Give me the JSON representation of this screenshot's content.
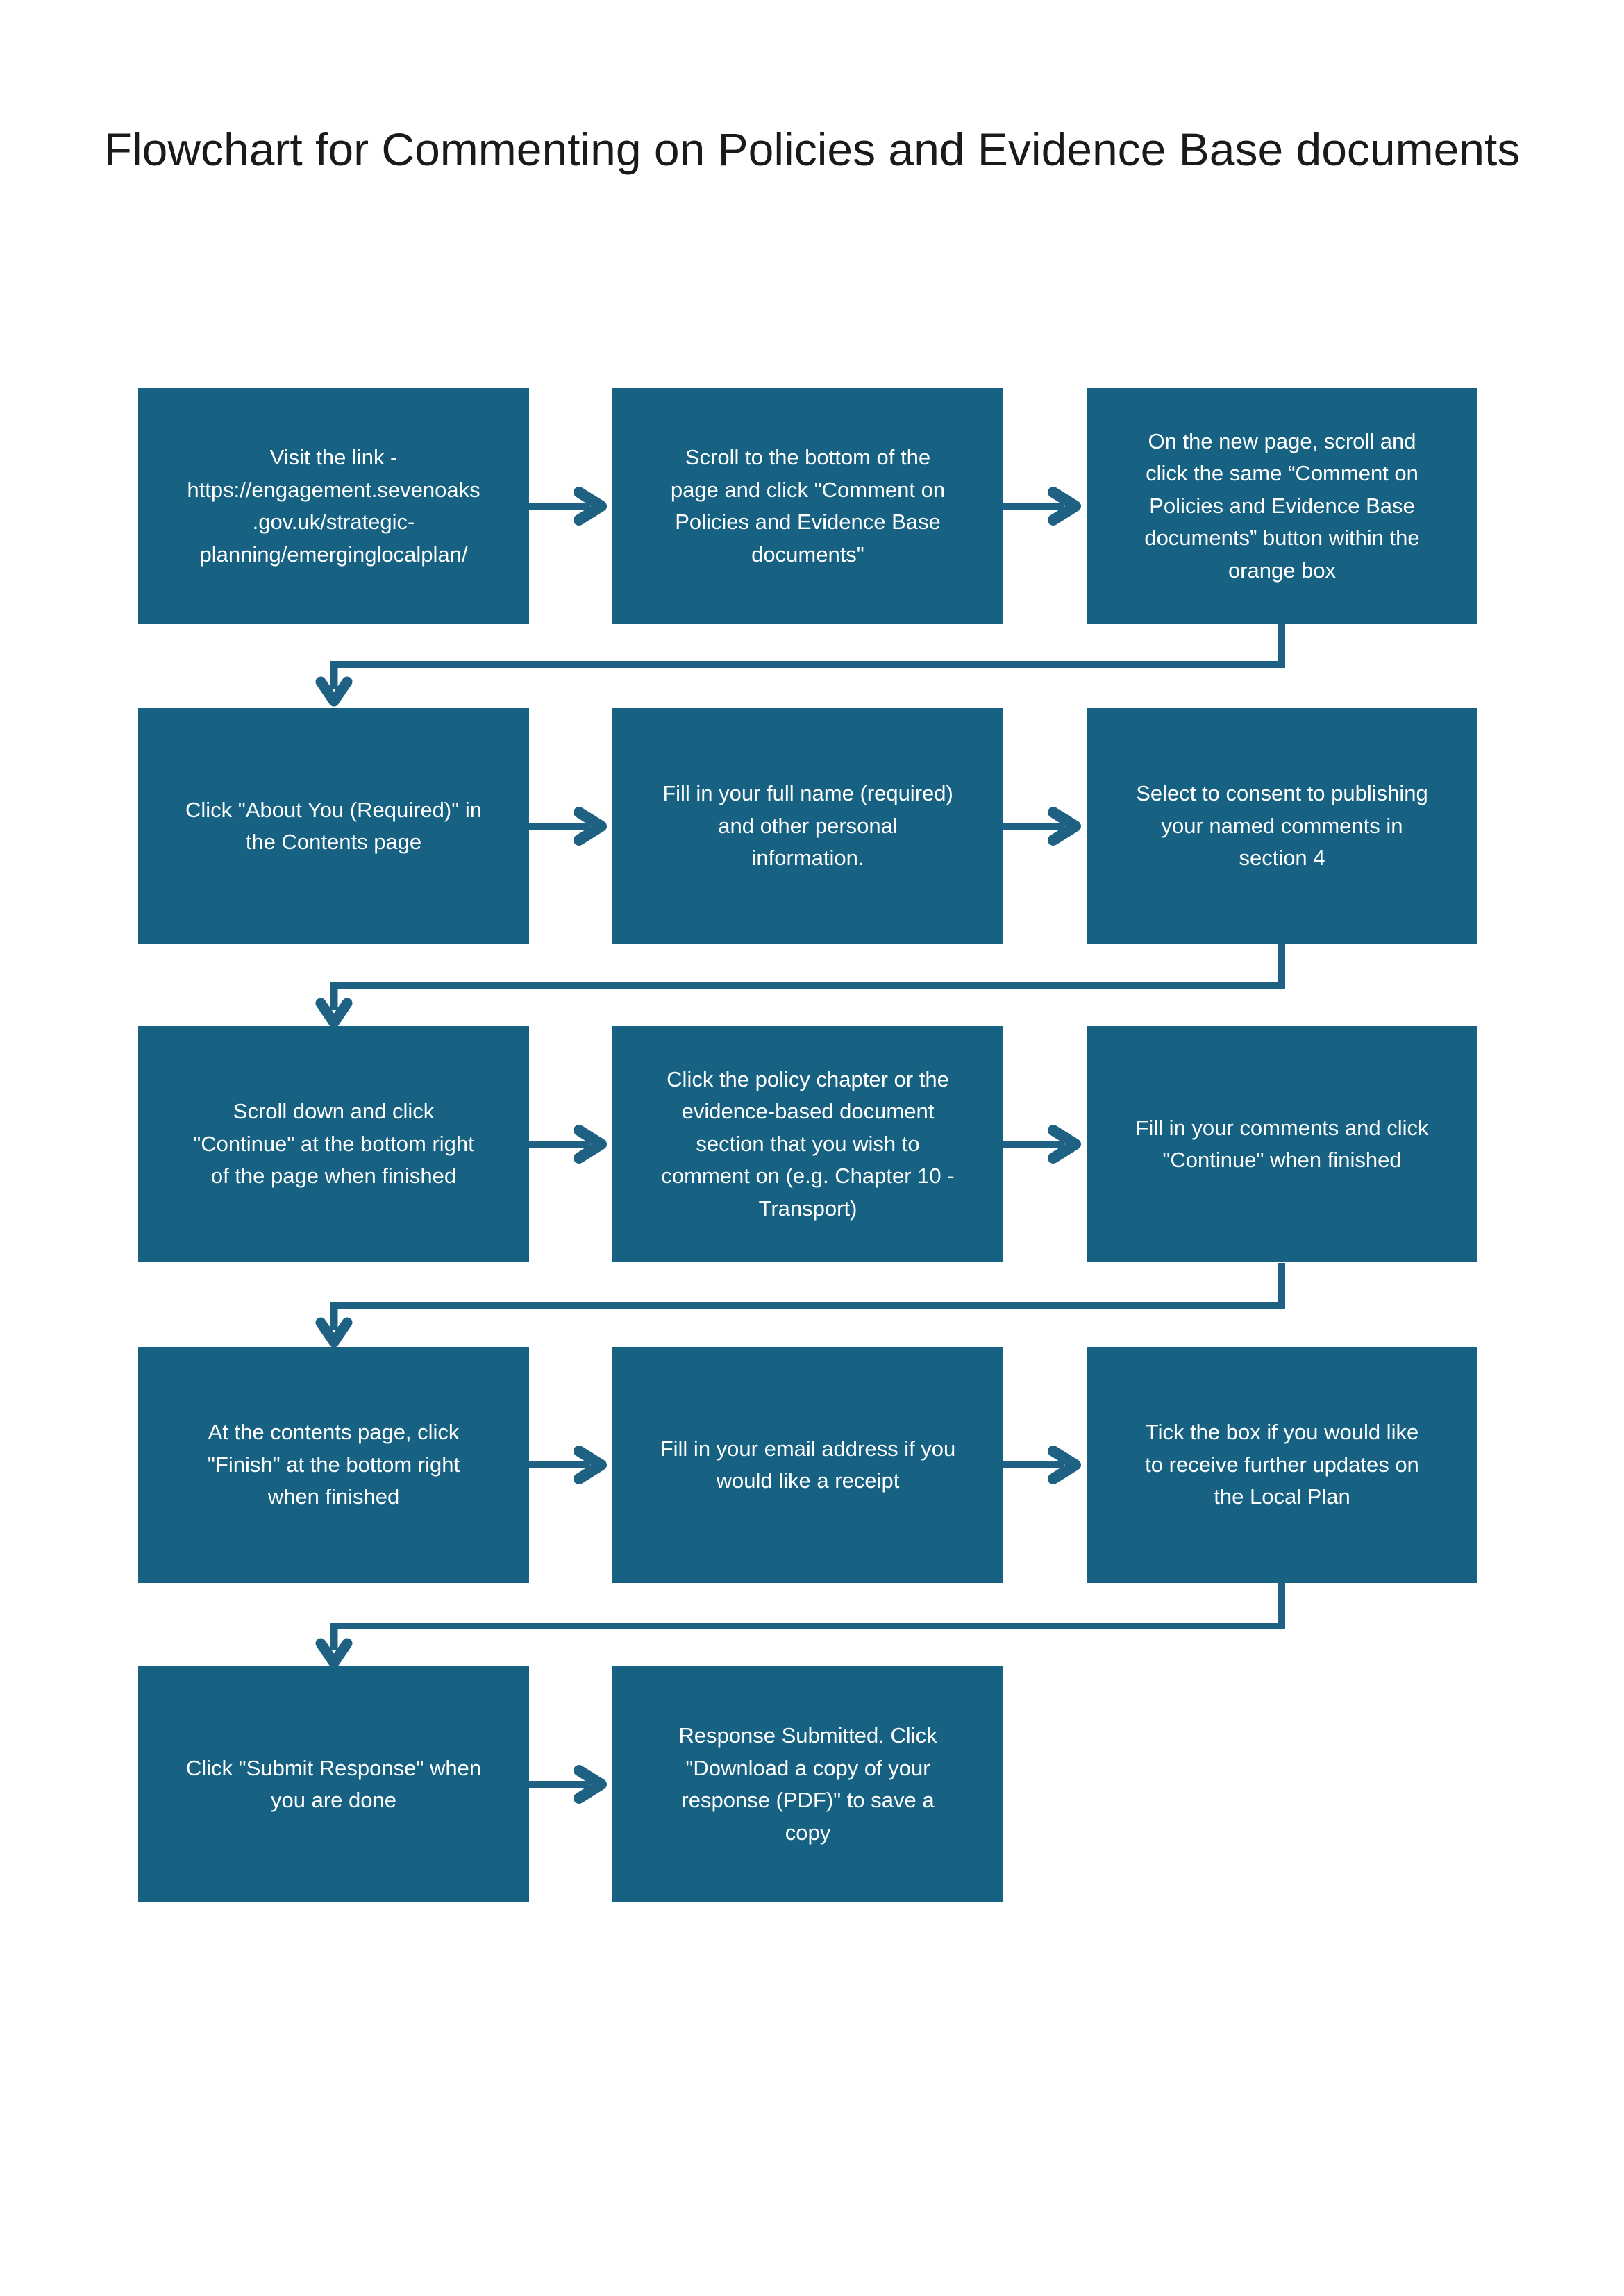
{
  "title": "Flowchart for Commenting on Policies and Evidence Base documents",
  "colors": {
    "box_fill": "#176183",
    "connector": "#1e6183",
    "text_on_box": "#ffffff",
    "title_text": "#1a1a1a",
    "page_background": "#ffffff"
  },
  "flow": {
    "rows": [
      {
        "boxes": [
          {
            "text": "Visit the link - https://engagement.sevenoaks.gov.uk/strategic-planning/emerginglocalplan/"
          },
          {
            "text": "Scroll to the bottom of the page and click \"Comment on Policies and Evidence Base documents\""
          },
          {
            "text": "On the new page, scroll and click the same “Comment on Policies and Evidence Base documents” button within the orange box"
          }
        ]
      },
      {
        "boxes": [
          {
            "text": "Click \"About You (Required)\" in the Contents page"
          },
          {
            "text": "Fill in your full name (required) and other personal information."
          },
          {
            "text": "Select to consent to publishing your named comments in section 4"
          }
        ]
      },
      {
        "boxes": [
          {
            "text": "Scroll down and click \"Continue\" at the bottom right of the page when finished"
          },
          {
            "text": "Click the policy chapter or the evidence-based document section that you wish to comment on (e.g. Chapter 10 - Transport)"
          },
          {
            "text": "Fill in your comments and click \"Continue\" when finished"
          }
        ]
      },
      {
        "boxes": [
          {
            "text": "At the contents page, click \"Finish\" at the bottom right when finished"
          },
          {
            "text": "Fill in your email address if you would like a receipt"
          },
          {
            "text": "Tick the box if you would like to receive further updates on the Local Plan"
          }
        ]
      },
      {
        "boxes": [
          {
            "text": "Click \"Submit Response\" when you are done"
          },
          {
            "text": "Response Submitted. Click \"Download a copy of your response (PDF)\" to save a copy"
          }
        ]
      }
    ]
  }
}
